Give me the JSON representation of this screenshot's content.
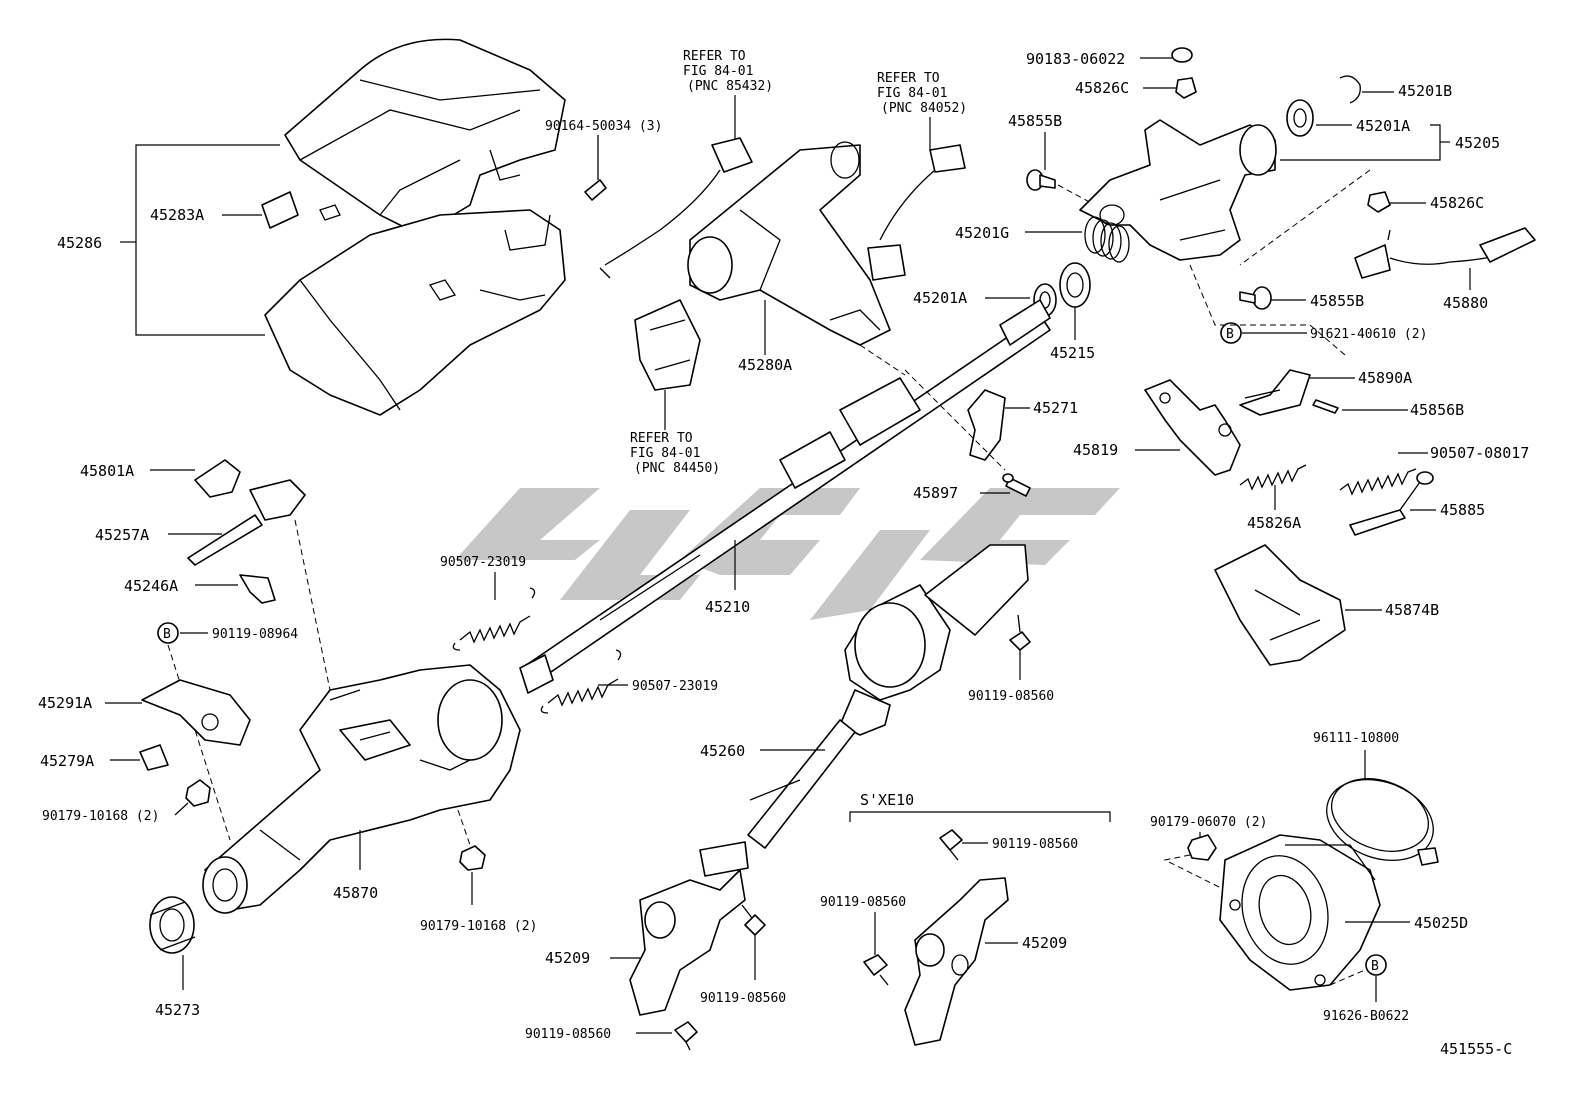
{
  "drawing_id": "451555-C",
  "watermark": "watermark",
  "labels": {
    "p45286": "45286",
    "p45283A": "45283A",
    "p90164": "90164-50034 (3)",
    "ref1_a": "REFER TO",
    "ref1_b": "FIG 84-01",
    "ref1_c": "(PNC 85432)",
    "ref2_a": "REFER TO",
    "ref2_b": "FIG 84-01",
    "ref2_c": "(PNC 84052)",
    "ref3_a": "REFER TO",
    "ref3_b": "FIG 84-01",
    "ref3_c": "(PNC 84450)",
    "p45280A": "45280A",
    "p90183": "90183-06022",
    "p45826C_top": "45826C",
    "p45855B_top": "45855B",
    "p45201B": "45201B",
    "p45201A_top": "45201A",
    "p45205": "45205",
    "p45826C_right": "45826C",
    "p45201G": "45201G",
    "p45201A_mid": "45201A",
    "p45215": "45215",
    "p45855B_mid": "45855B",
    "p45880": "45880",
    "p91621": "91621-40610 (2)",
    "p45890A": "45890A",
    "p45856B": "45856B",
    "p45271": "45271",
    "p45819": "45819",
    "p90507_08017": "90507-08017",
    "p45897": "45897",
    "p45826A": "45826A",
    "p45885": "45885",
    "p45801A": "45801A",
    "p45257A": "45257A",
    "p45246A": "45246A",
    "p90119_08964": "90119-08964",
    "p90507_23019_a": "90507-23019",
    "p45210": "45210",
    "p45874B": "45874B",
    "p45291A": "45291A",
    "p45279A": "45279A",
    "p90179_10168_a": "90179-10168 (2)",
    "p90507_23019_b": "90507-23019",
    "p90119_08560_a": "90119-08560",
    "p45260": "45260",
    "p96111": "96111-10800",
    "p90179_06070": "90179-06070 (2)",
    "sxe10": "S'XE10",
    "p90119_08560_b": "90119-08560",
    "p45870": "45870",
    "p90179_10168_b": "90179-10168 (2)",
    "p90119_08560_c": "90119-08560",
    "p45209_a": "45209",
    "p45209_b": "45209",
    "p45025D": "45025D",
    "p45273": "45273",
    "p90119_08560_d": "90119-08560",
    "p90119_08560_e": "90119-08560",
    "p91626": "91626-B0622",
    "circle_b": "B"
  }
}
